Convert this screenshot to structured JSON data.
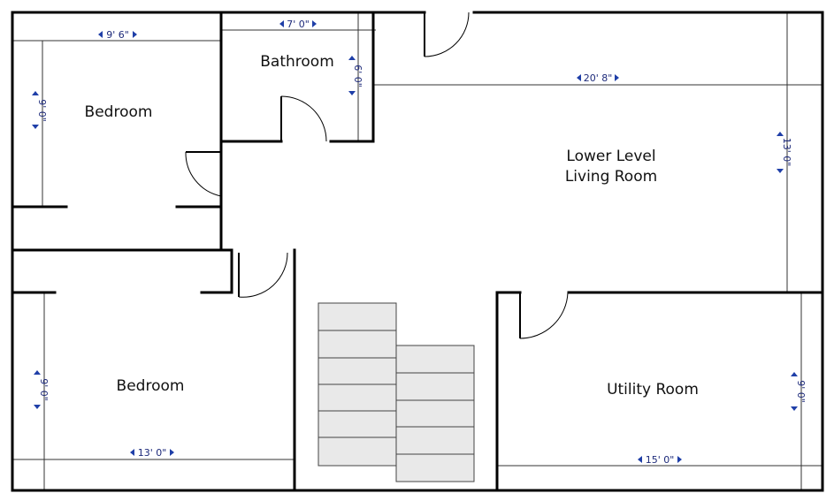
{
  "plan": {
    "rooms": [
      {
        "id": "bedroom-top",
        "label": "Bedroom"
      },
      {
        "id": "bathroom",
        "label": "Bathroom"
      },
      {
        "id": "living-room",
        "label_lines": [
          "Lower Level",
          "Living Room"
        ]
      },
      {
        "id": "bedroom-bottom",
        "label": "Bedroom"
      },
      {
        "id": "utility-room",
        "label": "Utility Room"
      }
    ],
    "dimensions": {
      "bedroom_top_width": "9' 6\"",
      "bedroom_top_height": "9' 0\"",
      "bathroom_width": "7' 0\"",
      "bathroom_height": "6' 0\"",
      "living_room_width": "20' 8\"",
      "living_room_height": "13' 0\"",
      "bedroom_bottom_height": "9' 0\"",
      "bedroom_bottom_width": "13' 0\"",
      "utility_width": "15' 0\"",
      "utility_height": "9' 0\""
    },
    "colors": {
      "wall": "#000000",
      "dimension_line": "#333333",
      "dimension_arrow": "#1f3fa8",
      "stair_fill": "#e9e9e9"
    }
  }
}
